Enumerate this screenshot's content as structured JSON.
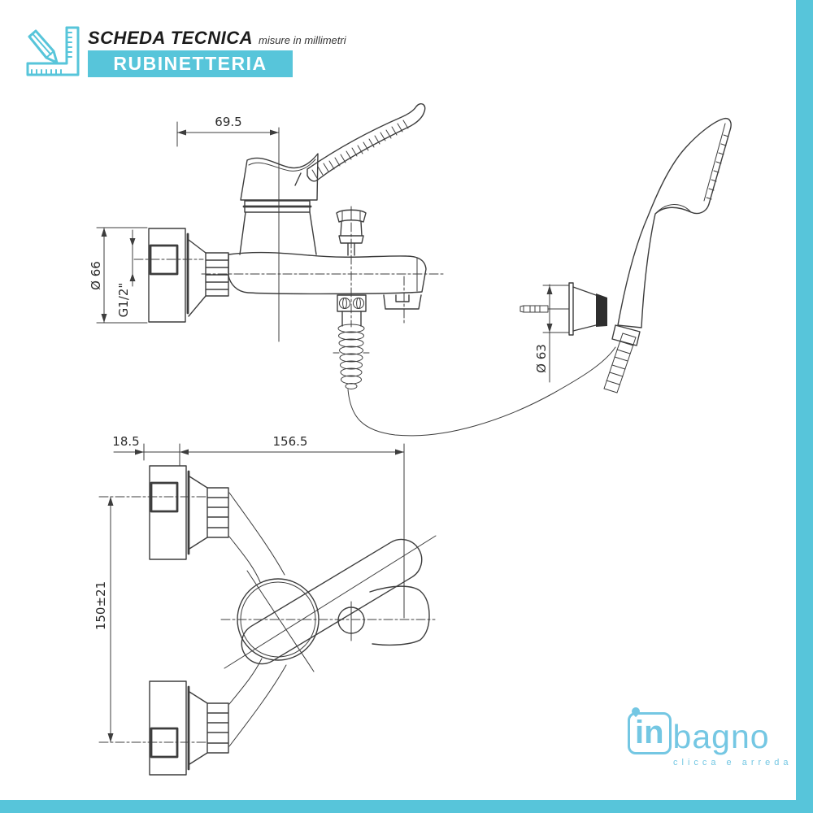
{
  "header": {
    "title": "SCHEDA TECNICA",
    "subtitle": "misure in millimetri",
    "badge": "RUBINETTERIA"
  },
  "drawing": {
    "side_view": {
      "dim_wall_to_handle": "69.5",
      "dim_flange_diameter": "Ø 66",
      "dim_thread": "G1/2\"",
      "dim_bracket_diameter": "Ø 63"
    },
    "front_view": {
      "dim_wall_offset": "18.5",
      "dim_reach": "156.5",
      "dim_mount_distance": "150±21"
    }
  },
  "logo": {
    "brand_prefix": "in",
    "brand_suffix": "bagno",
    "tagline": "clicca e arreda"
  },
  "colors": {
    "accent": "#57c5da",
    "logo_blue": "#74c7e3",
    "line": "#3d3d3d"
  }
}
